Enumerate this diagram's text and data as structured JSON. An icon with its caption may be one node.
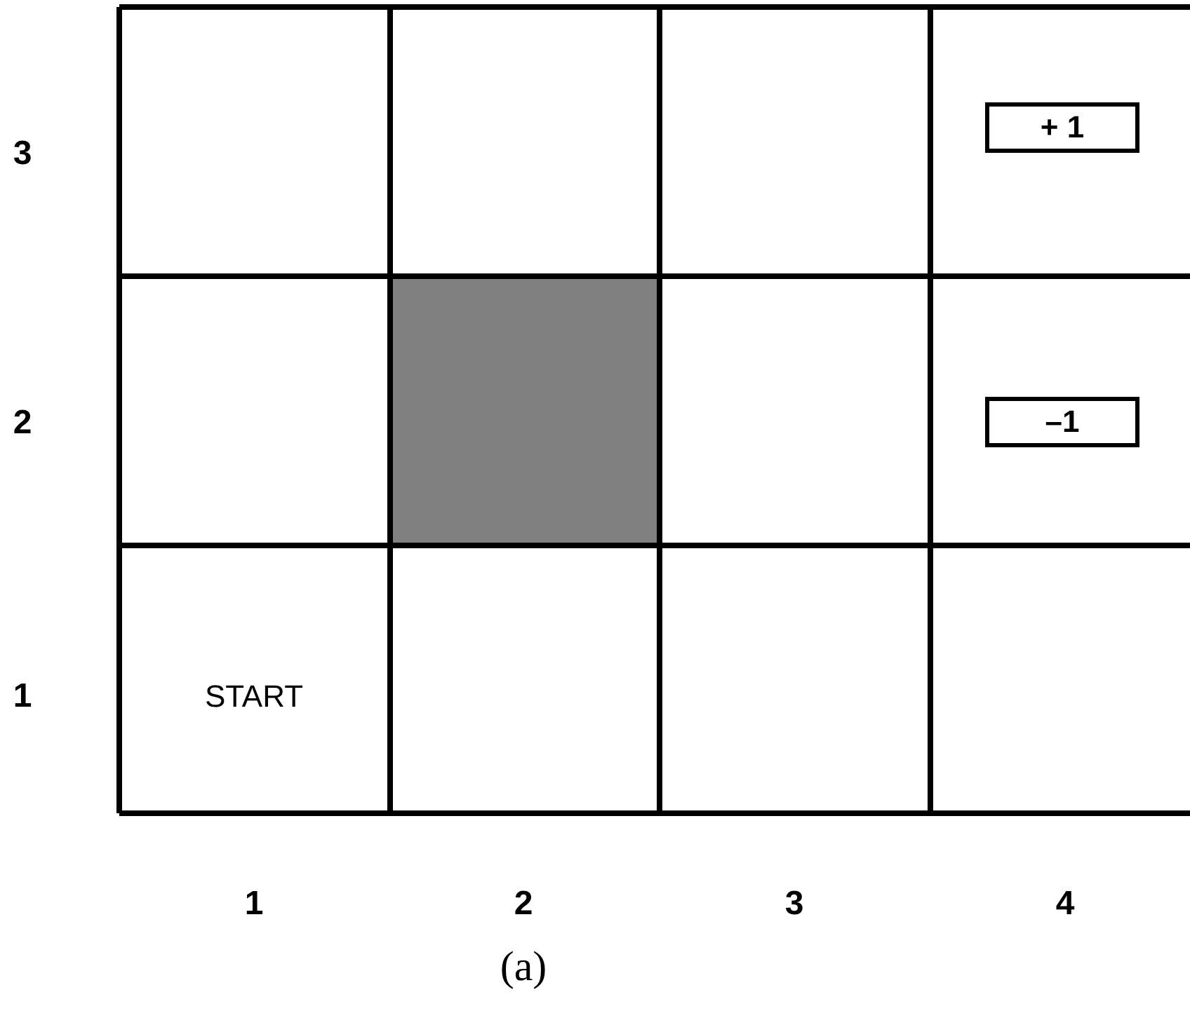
{
  "diagram": {
    "caption": "(a)",
    "nodes": [
      {
        "text": [
          "+ 1"
        ]
      },
      {
        "text": [
          "–1"
        ]
      }
    ],
    "labels": [
      "3",
      "2",
      "1",
      "START",
      "1",
      "2",
      "3",
      "4"
    ]
  }
}
